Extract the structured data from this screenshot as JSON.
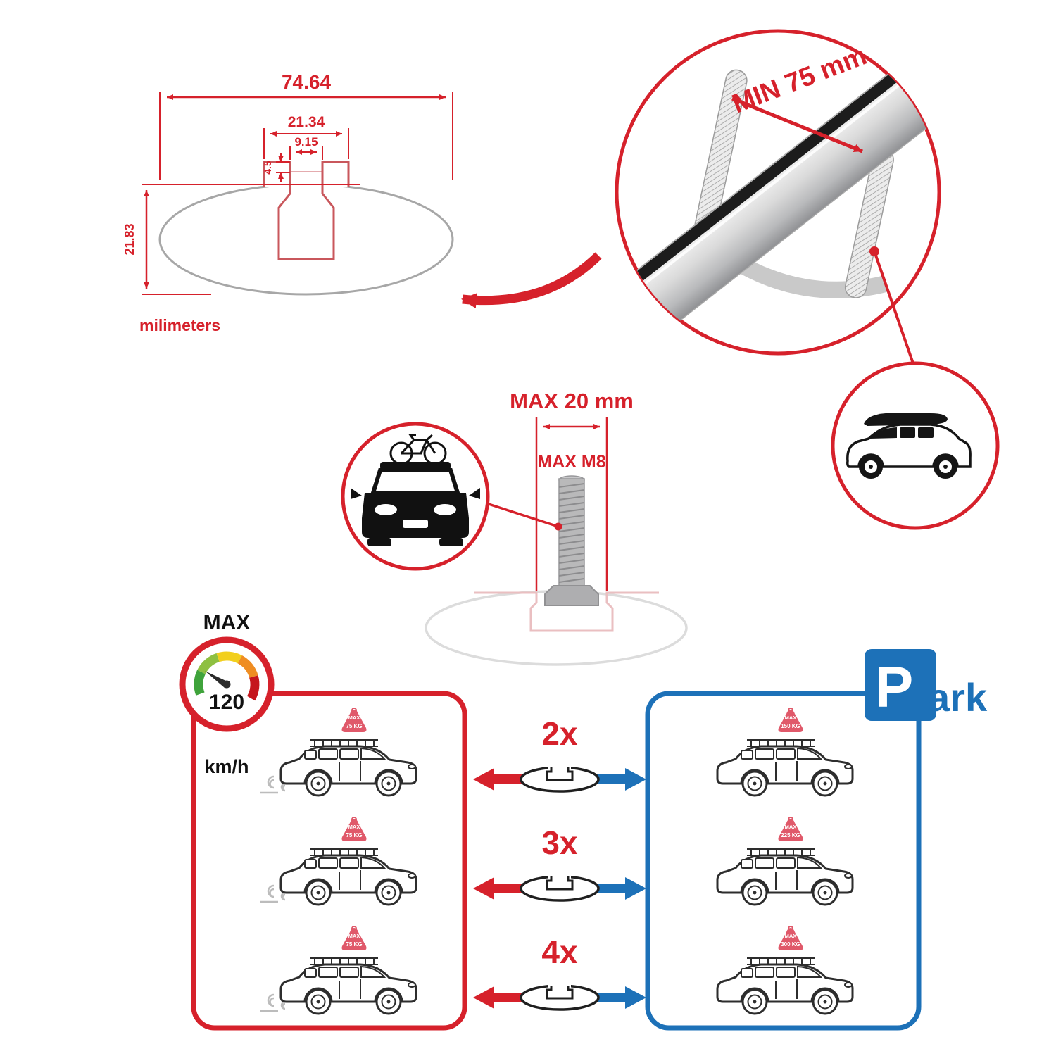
{
  "colors": {
    "red": "#d6212b",
    "blue": "#1d71b8",
    "sketch_gray": "#9c9c9c"
  },
  "profile_drawing": {
    "width_total": "74.64",
    "slot_outer": "21.34",
    "slot_inner": "9.15",
    "lip_depth": "4.5",
    "height": "21.83",
    "units": "milimeters"
  },
  "bar_closeup": {
    "min_span": "MIN 75 mm"
  },
  "bolt": {
    "max_width": "MAX 20 mm",
    "max_thread": "MAX M8"
  },
  "speed_limit": {
    "label": "MAX",
    "value": "120",
    "unit": "km/h"
  },
  "parking": {
    "letter": "P",
    "suffix": "ark"
  },
  "multipliers": [
    {
      "label": "2x"
    },
    {
      "label": "3x"
    },
    {
      "label": "4x"
    }
  ],
  "left_panel_cars": [
    {
      "tag_line1": "MAX",
      "tag_line2": "75 KG"
    },
    {
      "tag_line1": "MAX",
      "tag_line2": "75 KG"
    },
    {
      "tag_line1": "MAX",
      "tag_line2": "75 KG"
    }
  ],
  "right_panel_cars": [
    {
      "tag_line1": "MAX",
      "tag_line2": "150 KG"
    },
    {
      "tag_line1": "MAX",
      "tag_line2": "225 KG"
    },
    {
      "tag_line1": "MAX",
      "tag_line2": "300 KG"
    }
  ]
}
